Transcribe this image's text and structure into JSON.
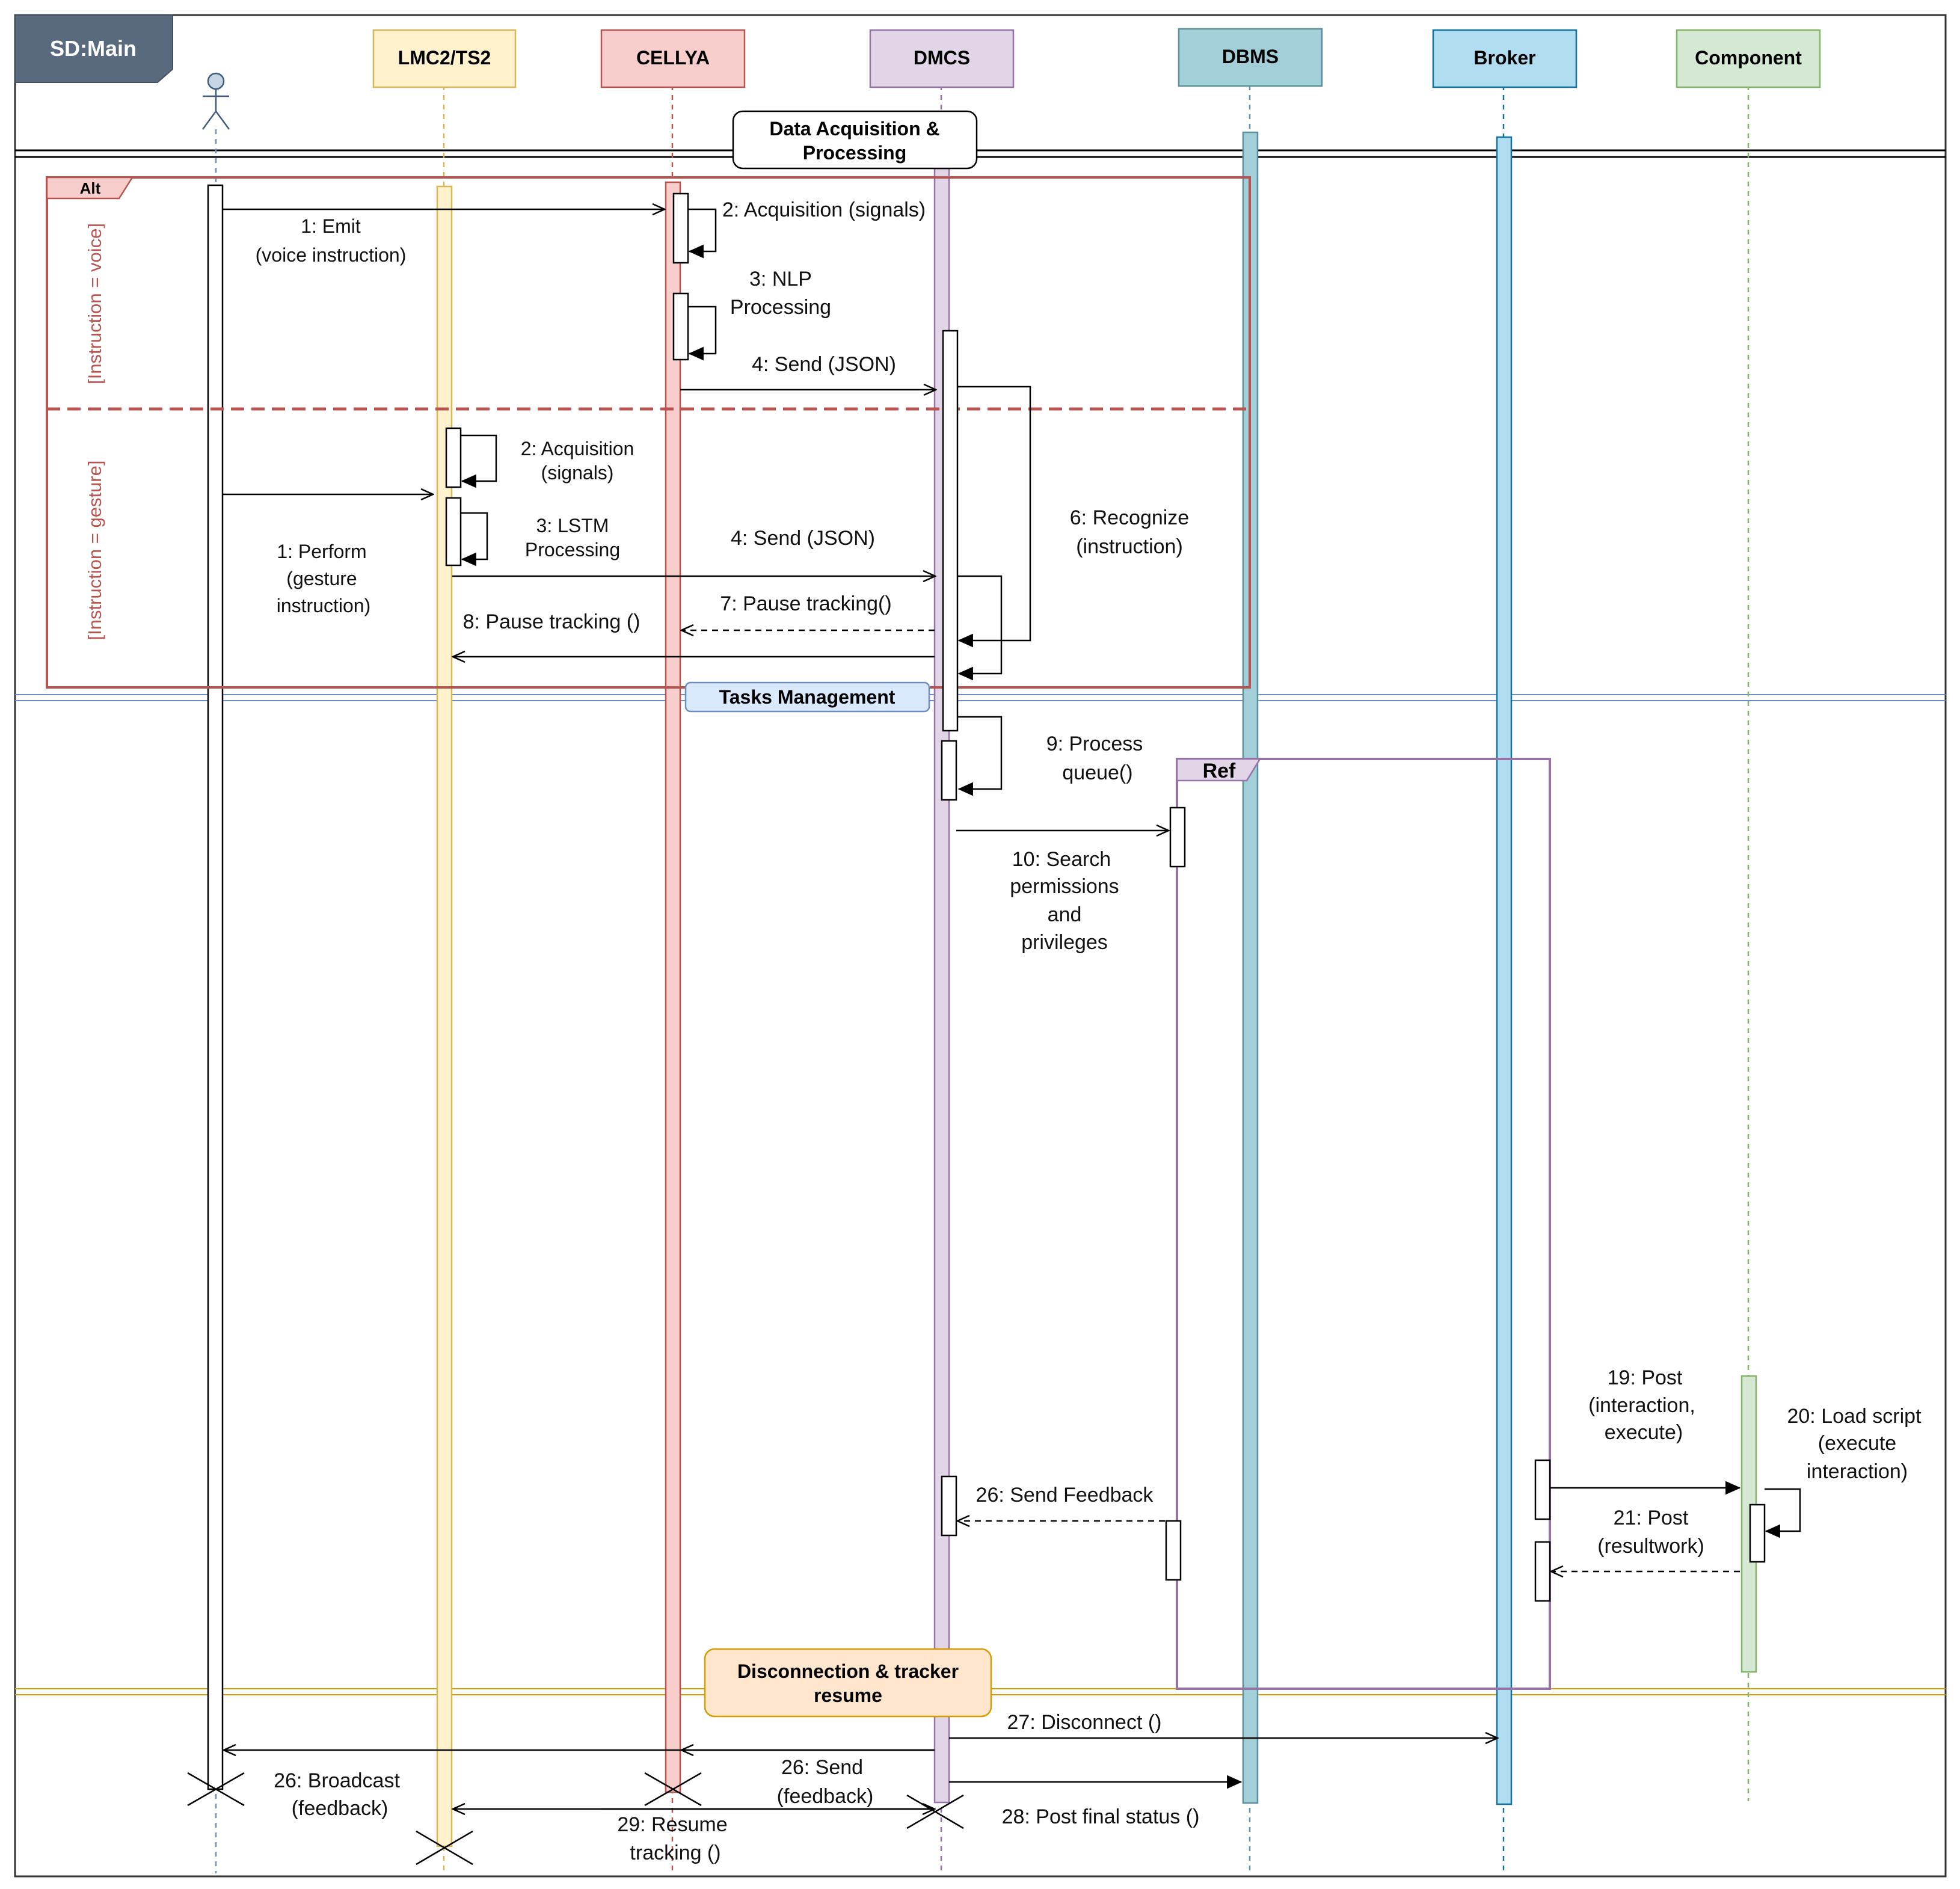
{
  "diagram": {
    "frame_title": "SD:Main",
    "lifelines": [
      {
        "label": "",
        "kind": "actor",
        "color": "#ffffff",
        "stroke": "#000000"
      },
      {
        "label": "LMC2/TS2",
        "color": "#fff2cc",
        "stroke": "#d6b656"
      },
      {
        "label": "CELLYA",
        "color": "#f8cecc",
        "stroke": "#b85450"
      },
      {
        "label": "DMCS",
        "color": "#e1d5e7",
        "stroke": "#9673a6"
      },
      {
        "label": "DBMS",
        "color": "#a3cfd8",
        "stroke": "#5b8f9b"
      },
      {
        "label": "Broker",
        "color": "#b1ddf0",
        "stroke": "#10739e"
      },
      {
        "label": "Component",
        "color": "#d5e8d4",
        "stroke": "#82b366"
      }
    ],
    "section_labels": {
      "data_acquisition": "Data Acquisition & Processing",
      "tasks_management": "Tasks Management",
      "disconnection": "Disconnection & tracker resume"
    },
    "alt_fragment": {
      "tag": "Alt",
      "guard_voice": "[Instruction = voice]",
      "guard_gesture": "[Instruction = gesture]"
    },
    "ref_fragment": {
      "tag": "Ref"
    },
    "messages": {
      "m1_emit": [
        "1: Emit",
        "(voice instruction)"
      ],
      "m2_acq_voice": "2: Acquisition (signals)",
      "m3_nlp": [
        "3: NLP",
        "Processing"
      ],
      "m4_send_voice": "4: Send (JSON)",
      "m2_acq_gesture": [
        "2: Acquisition",
        "(signals)"
      ],
      "m3_lstm": [
        "3: LSTM",
        "Processing"
      ],
      "m1_perform": [
        "1: Perform",
        "(gesture",
        "instruction)"
      ],
      "m4_send_gesture": "4: Send  (JSON)",
      "m6_recognize": [
        "6: Recognize",
        "(instruction)"
      ],
      "m7_pause": "7: Pause tracking()",
      "m8_pause": "8: Pause tracking ()",
      "m9_process": [
        "9: Process",
        "queue()"
      ],
      "m10_search": [
        "10: Search",
        "permissions",
        "and",
        "privileges"
      ],
      "m19_post": [
        "19: Post",
        "(interaction,",
        "execute)"
      ],
      "m20_load": [
        "20: Load script",
        "(execute",
        "interaction)"
      ],
      "m21_post": [
        "21: Post",
        "(resultwork)"
      ],
      "m26_feedback": "26: Send Feedback",
      "m27_disconnect": "27: Disconnect ()",
      "m26_broadcast": [
        "26: Broadcast",
        "(feedback)"
      ],
      "m26_send": [
        "26: Send",
        "(feedback)"
      ],
      "m28_post": "28: Post final status ()",
      "m29_resume": [
        "29: Resume",
        "tracking ()"
      ]
    }
  }
}
